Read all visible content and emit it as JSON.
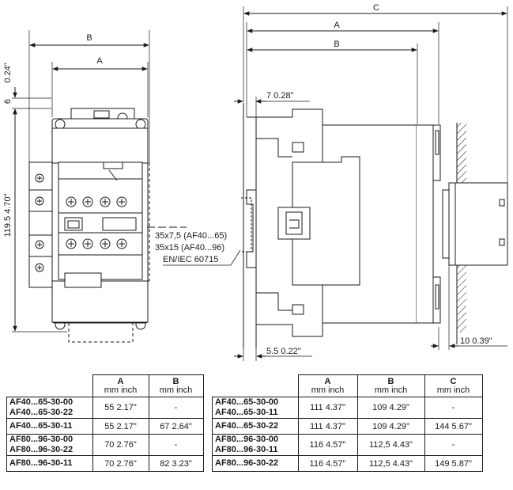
{
  "front_view": {
    "dim_B": "B",
    "dim_A": "A",
    "dim_top_mm": "6",
    "dim_top_in": "0.24\"",
    "dim_height": "119.5  4.70\""
  },
  "side_view": {
    "dim_C": "C",
    "dim_A": "A",
    "dim_B": "B",
    "dim_left": "7  0.28\"",
    "dim_bottom": "5.5  0.22\"",
    "dim_right": "10  0.39\"",
    "rail_line1": "35x7,5 (AF40...65)",
    "rail_line2": "35x15 (AF40...96)",
    "rail_line3": "EN/IEC 60715"
  },
  "table1": {
    "headers": [
      {
        "letter": "A",
        "units": "mm  inch"
      },
      {
        "letter": "B",
        "units": "mm  inch"
      }
    ],
    "rows": [
      {
        "model1": "AF40...65-30-00",
        "model2": "AF40...65-30-22",
        "a": "55  2.17\"",
        "b": "-"
      },
      {
        "model1": "AF40...65-30-11",
        "model2": "",
        "a": "55  2.17\"",
        "b": "67  2.64\""
      },
      {
        "model1": "AF80...96-30-00",
        "model2": "AF80...96-30-22",
        "a": "70  2.76\"",
        "b": "-"
      },
      {
        "model1": "AF80...96-30-11",
        "model2": "",
        "a": "70  2.76\"",
        "b": "82  3.23\""
      }
    ]
  },
  "table2": {
    "headers": [
      {
        "letter": "A",
        "units": "mm  inch"
      },
      {
        "letter": "B",
        "units": "mm  inch"
      },
      {
        "letter": "C",
        "units": "mm  inch"
      }
    ],
    "rows": [
      {
        "model1": "AF40...65-30-00",
        "model2": "AF40...65-30-11",
        "a": "111  4.37\"",
        "b": "109  4.29\"",
        "c": "-"
      },
      {
        "model1": "AF40...65-30-22",
        "model2": "",
        "a": "111  4.37\"",
        "b": "109  4.29\"",
        "c": "144  5.67\""
      },
      {
        "model1": "AF80...96-30-00",
        "model2": "AF80...96-30-11",
        "a": "116  4.57\"",
        "b": "112,5  4.43\"",
        "c": "-"
      },
      {
        "model1": "AF80...96-30-22",
        "model2": "",
        "a": "116  4.57\"",
        "b": "112,5  4.43\"",
        "c": "149  5.87\""
      }
    ]
  }
}
